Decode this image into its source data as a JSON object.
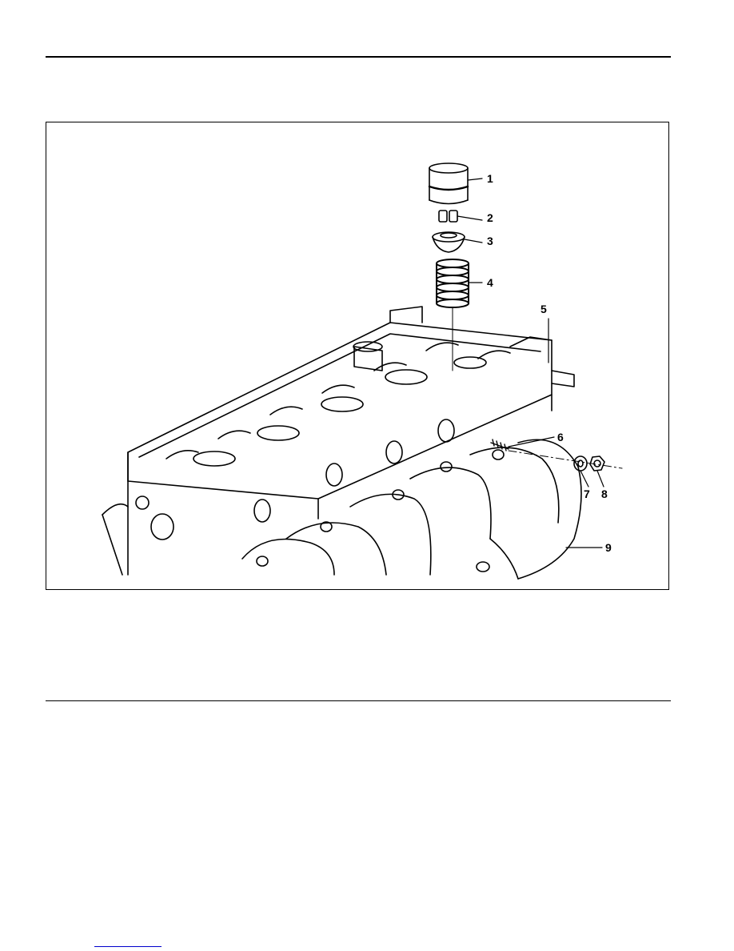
{
  "figure": {
    "callouts": [
      "1",
      "2",
      "3",
      "4",
      "5",
      "6",
      "7",
      "8",
      "9"
    ]
  }
}
